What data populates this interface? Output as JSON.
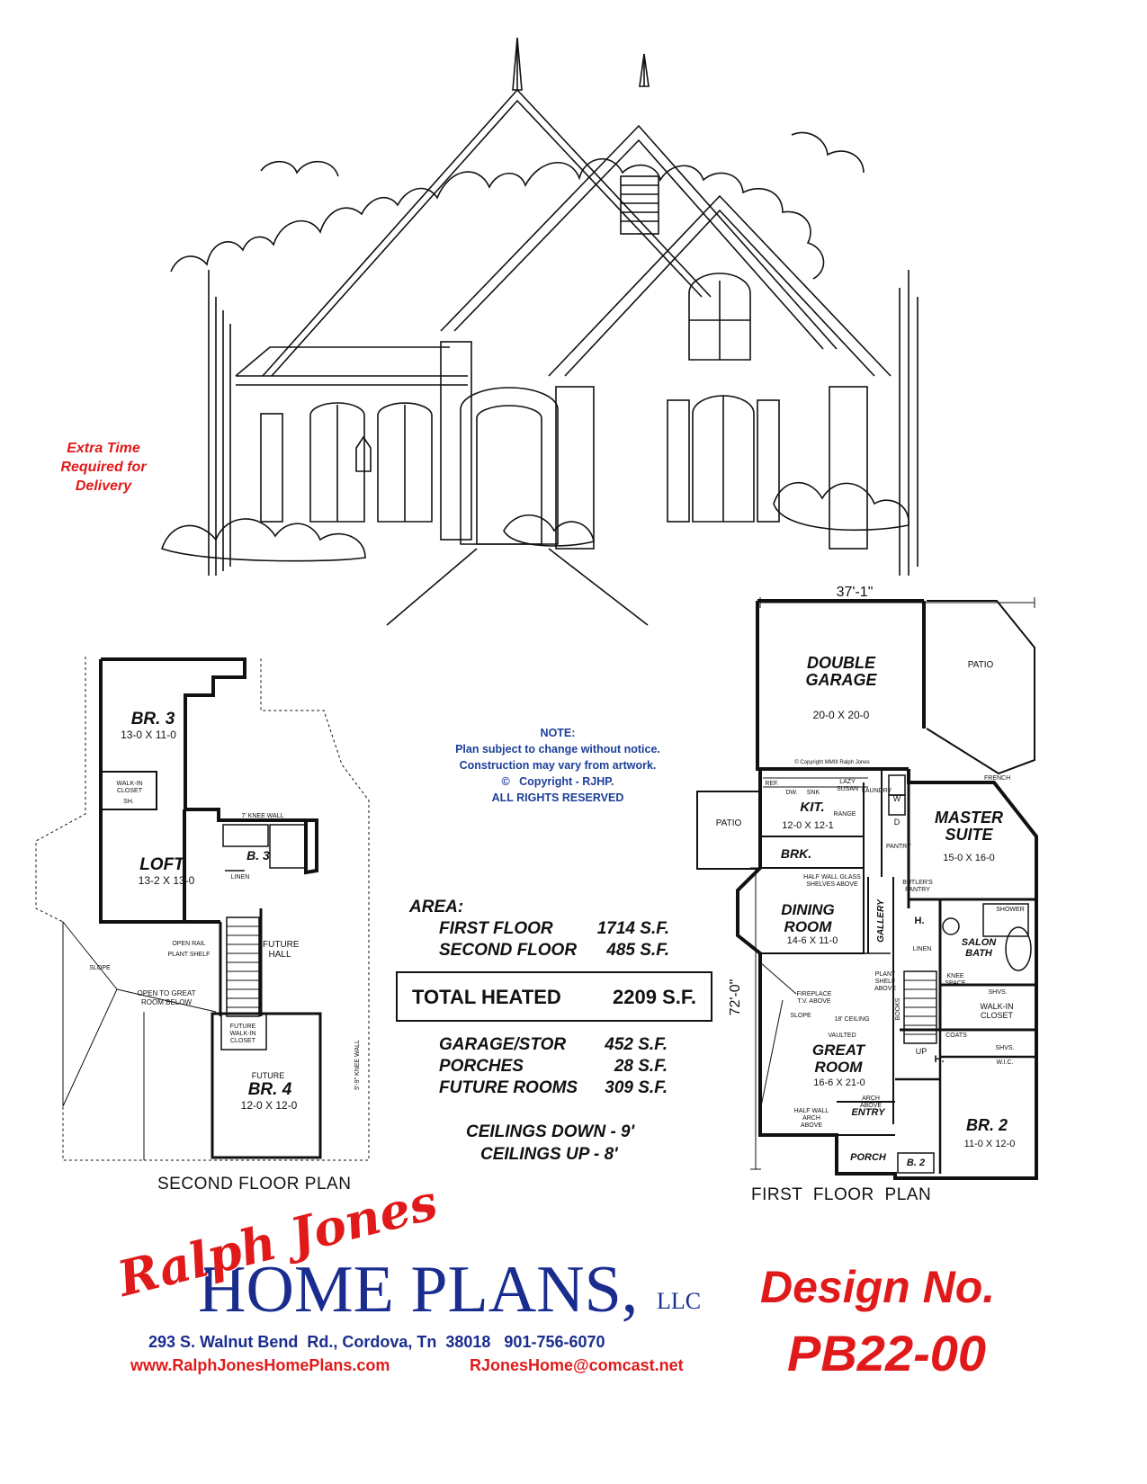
{
  "delivery_note": [
    "Extra Time",
    "Required for",
    "Delivery"
  ],
  "note": {
    "heading": "NOTE:",
    "lines": [
      "Plan subject to change without notice.",
      "Construction may vary from artwork."
    ],
    "copyright_symbol": "©",
    "copyright": "Copyright - RJHP.",
    "rights": "ALL RIGHTS RESERVED"
  },
  "area": {
    "heading": "AREA:",
    "rows": [
      {
        "label": "FIRST FLOOR",
        "value": "1714 S.F."
      },
      {
        "label": "SECOND FLOOR",
        "value": "485 S.F."
      }
    ],
    "total_label": "TOTAL HEATED",
    "total_value": "2209 S.F.",
    "other_rows": [
      {
        "label": "GARAGE/STOR",
        "value": "452 S.F."
      },
      {
        "label": "PORCHES",
        "value": "28 S.F."
      },
      {
        "label": "FUTURE ROOMS",
        "value": "309 S.F."
      }
    ],
    "ceilings_down": "CEILINGS DOWN - 9'",
    "ceilings_up": "CEILINGS UP - 8'"
  },
  "second_floor": {
    "title": "SECOND FLOOR PLAN",
    "rooms": {
      "br3": {
        "name": "BR. 3",
        "size": "13-0 X 11-0"
      },
      "loft": {
        "name": "LOFT",
        "size": "13-2 X 13-0"
      },
      "bath3": {
        "name": "B. 3"
      },
      "br4": {
        "name": "BR. 4",
        "size": "12-0 X 12-0",
        "future": "FUTURE"
      },
      "future_hall": "FUTURE HALL",
      "walkin": "WALK-IN CLOSET",
      "sh": "SH.",
      "linen": "LINEN",
      "knee_wall": "7' KNEE WALL",
      "knee_wall_59": "5'-9\" KNEE WALL",
      "open_rail": "OPEN RAIL",
      "plant_shelf": "PLANT SHELF",
      "slope": "SLOPE",
      "open_to": "OPEN TO GREAT ROOM BELOW",
      "future_walkin": "FUTURE WALK-IN CLOSET"
    }
  },
  "first_floor": {
    "title": "FIRST FLOOR PLAN",
    "width_dim": "37'-1\"",
    "depth_dim": "72'-0\"",
    "copyright_small": "© Copyright MMIII Ralph Jones",
    "rooms": {
      "garage": {
        "name": "DOUBLE GARAGE",
        "size": "20-0 X 20-0"
      },
      "patio_top": "PATIO",
      "patio_left": "PATIO",
      "kit": {
        "name": "KIT.",
        "size": "12-0 X 12-1"
      },
      "brk": "BRK.",
      "master": {
        "name": "MASTER SUITE",
        "size": "15-0 X 16-0"
      },
      "dining": {
        "name": "DINING ROOM",
        "size": "14-6 X 11-0"
      },
      "gallery": "GALLERY",
      "salon": "SALON BATH",
      "great": {
        "name": "GREAT ROOM",
        "size": "16-6 X 21-0",
        "vaulted": "VAULTED"
      },
      "walkin": "WALK-IN CLOSET",
      "br2": {
        "name": "BR. 2",
        "size": "11-0 X 12-0"
      },
      "entry": "ENTRY",
      "porch": "PORCH",
      "b2": "B. 2",
      "h": "H.",
      "up": "UP",
      "pantry": "PANTRY",
      "butlers": "BUTLER'S PANTRY",
      "laundry": "LAUNDRY",
      "wic": "W.I.C.",
      "shower": "SHOWER",
      "fireplace": "FIREPLACE T.V. ABOVE",
      "ceiling18": "18' CEILING",
      "slope": "SLOPE",
      "half_wall": "HALF WALL GLASS SHELVES ABOVE",
      "plant_shelf": "PLANT SHELF ABOVE",
      "half_wall_arch": "HALF WALL ARCH ABOVE",
      "arch": "ARCH ABOVE",
      "ref": "REF.",
      "dw": "DW.",
      "snk": "SNK",
      "lazy": "LAZY SUSAN",
      "range": "RANGE",
      "french": "FRENCH",
      "knee_space": "KNEE SPACE",
      "shvs": "SHVS.",
      "coats": "COATS",
      "books": "BOOKS",
      "linen": "LINEN",
      "w": "W",
      "d": "D"
    }
  },
  "brand": {
    "script": "Ralph Jones",
    "name": "HOME PLANS,",
    "llc": "LLC",
    "address": "293 S. Walnut Bend  Rd., Cordova, Tn  38018   901-756-6070",
    "website": "www.RalphJonesHomePlans.com",
    "email": "RJonesHome@comcast.net",
    "name_color": "#1a2d8f",
    "script_color": "#e01a1a"
  },
  "design": {
    "label": "Design No.",
    "number": "PB22-00",
    "color": "#e01a1a"
  }
}
